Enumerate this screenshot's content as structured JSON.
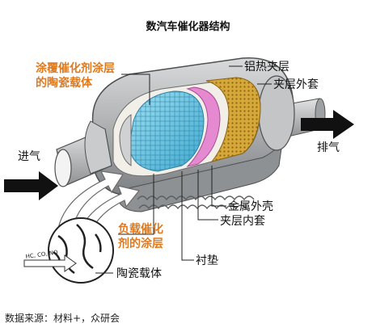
{
  "title": "数汽车催化器结构",
  "labels": {
    "catalyst_coated_carrier": [
      "涂覆催化剂涂层",
      "的陶瓷载体"
    ],
    "heat_shield": "铝热夹层",
    "outer_jacket": "夹层外套",
    "intake": "进气",
    "exhaust": "排气",
    "metal_shell": "金属外壳",
    "inner_jacket": "夹层内套",
    "loaded_coating": [
      "负载催化",
      "剂的涂层"
    ],
    "liner": "衬垫",
    "ceramic_carrier": "陶瓷载体",
    "gas_input": "HC, CO, NO"
  },
  "source": "数据来源：材料+，众研会",
  "colors": {
    "orange_label": "#e07a1f",
    "shell_gray": "#a7a9ab",
    "honeycomb_blue": "#6fc9e2",
    "insulation_pink": "#e58ad0",
    "heat_layer_gold": "#c99a2e",
    "arrow_black": "#111111"
  }
}
